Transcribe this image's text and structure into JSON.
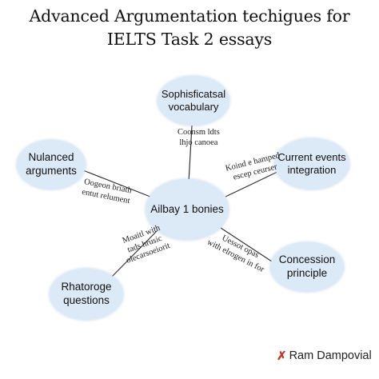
{
  "title": {
    "line1": "Advanced Argumentation techigues for",
    "line2": "IELTS Task 2 essays"
  },
  "colors": {
    "node_fill": "#dce9f7",
    "edge_stroke": "#333333",
    "brand_accent": "#c0392b"
  },
  "center_node": {
    "label": "Ailbay 1 bonies"
  },
  "nodes": {
    "vocab": {
      "line1": "Sophisficatsal",
      "line2": "vocabulary"
    },
    "nuanced": {
      "line1": "Nulanced",
      "line2": "arguments"
    },
    "events": {
      "line1": "Current events",
      "line2": "integration"
    },
    "concess": {
      "line1": "Concession",
      "line2": "principle"
    },
    "rhetoric": {
      "line1": "Rhatoroge",
      "line2": "questions"
    }
  },
  "edge_labels": {
    "vocab": {
      "line1": "Coonsm ldts",
      "line2": "lhjo canoea"
    },
    "nuanced": {
      "line1": "Oogeon briath",
      "line2": "entut relument"
    },
    "events": {
      "line1": "Koind e hamped",
      "line2": "escep ceurser"
    },
    "concess": {
      "line1": "Uessot opas",
      "line2": "with elrogen in for"
    },
    "rhetoric": {
      "line1": "Moaitl with",
      "line2": "tads hrusic",
      "line3": "olecarsoeiorit"
    }
  },
  "brand": {
    "icon": "x-logo-icon",
    "icon_glyph": "✗",
    "name": "Ram Dampovial"
  }
}
